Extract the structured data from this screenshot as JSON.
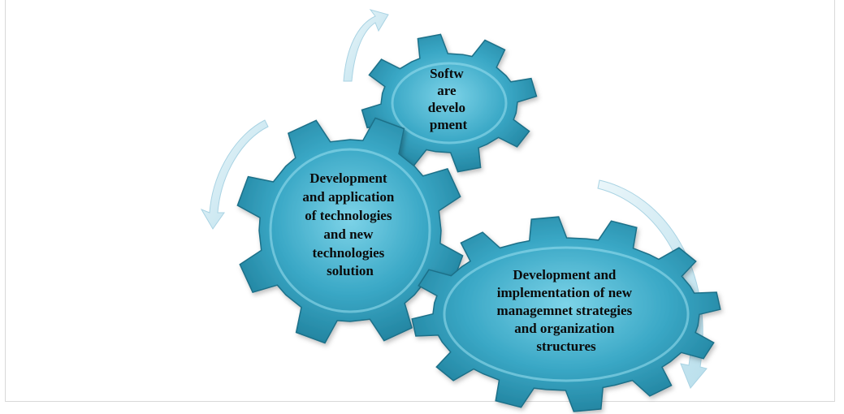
{
  "diagram": {
    "gears": [
      {
        "id": "software",
        "lines": [
          "Softw",
          "are",
          "develo",
          "pment"
        ]
      },
      {
        "id": "technologies",
        "lines": [
          "Development",
          "and application",
          "of technologies",
          "and new",
          "technologies",
          "solution"
        ]
      },
      {
        "id": "management",
        "lines": [
          "Development and",
          "implementation of new",
          "managemnet strategies",
          "and organization",
          "structures"
        ]
      }
    ]
  },
  "colors": {
    "gear_fill": "#3aa8c6",
    "gear_light": "#9be0f0",
    "gear_dark": "#1d6f88",
    "arrow_fill": "#cfe9f3",
    "arrow_stroke": "#a9d3e3"
  }
}
